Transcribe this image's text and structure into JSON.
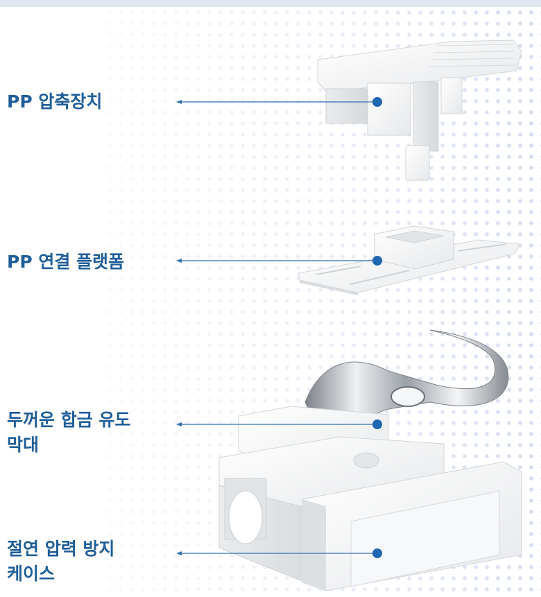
{
  "labels": {
    "compression_device": "PP 압축장치",
    "connection_platform": "PP 연결 플랫폼",
    "alloy_bar_line1": "두꺼운 합금 유도",
    "alloy_bar_line2": "막대",
    "insulation_case_line1": "절연 압력 방지",
    "insulation_case_line2": "케이스"
  },
  "colors": {
    "label_text": "#1f5e99",
    "leader_line": "#2f6fb0",
    "marker_dot": "#1f67b1",
    "background_dots": "#d3dcef",
    "part_white": "#f6f6f6",
    "metal": "#b9bec3"
  },
  "icons": {
    "marker": "filled-circle-marker",
    "arrow": "arrow-left-icon"
  }
}
